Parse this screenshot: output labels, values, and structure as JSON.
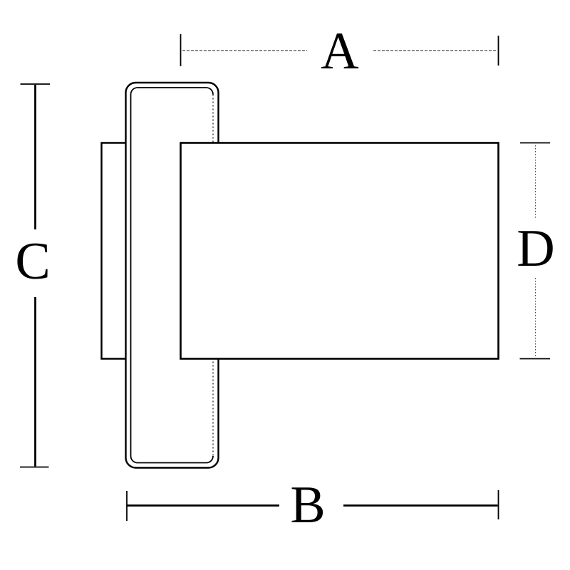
{
  "figure": {
    "background_color": "#ffffff",
    "line_color": "#000000",
    "hidden_line_color": "#333333",
    "labels": {
      "a": "A",
      "b": "B",
      "c": "C",
      "d": "D"
    }
  }
}
